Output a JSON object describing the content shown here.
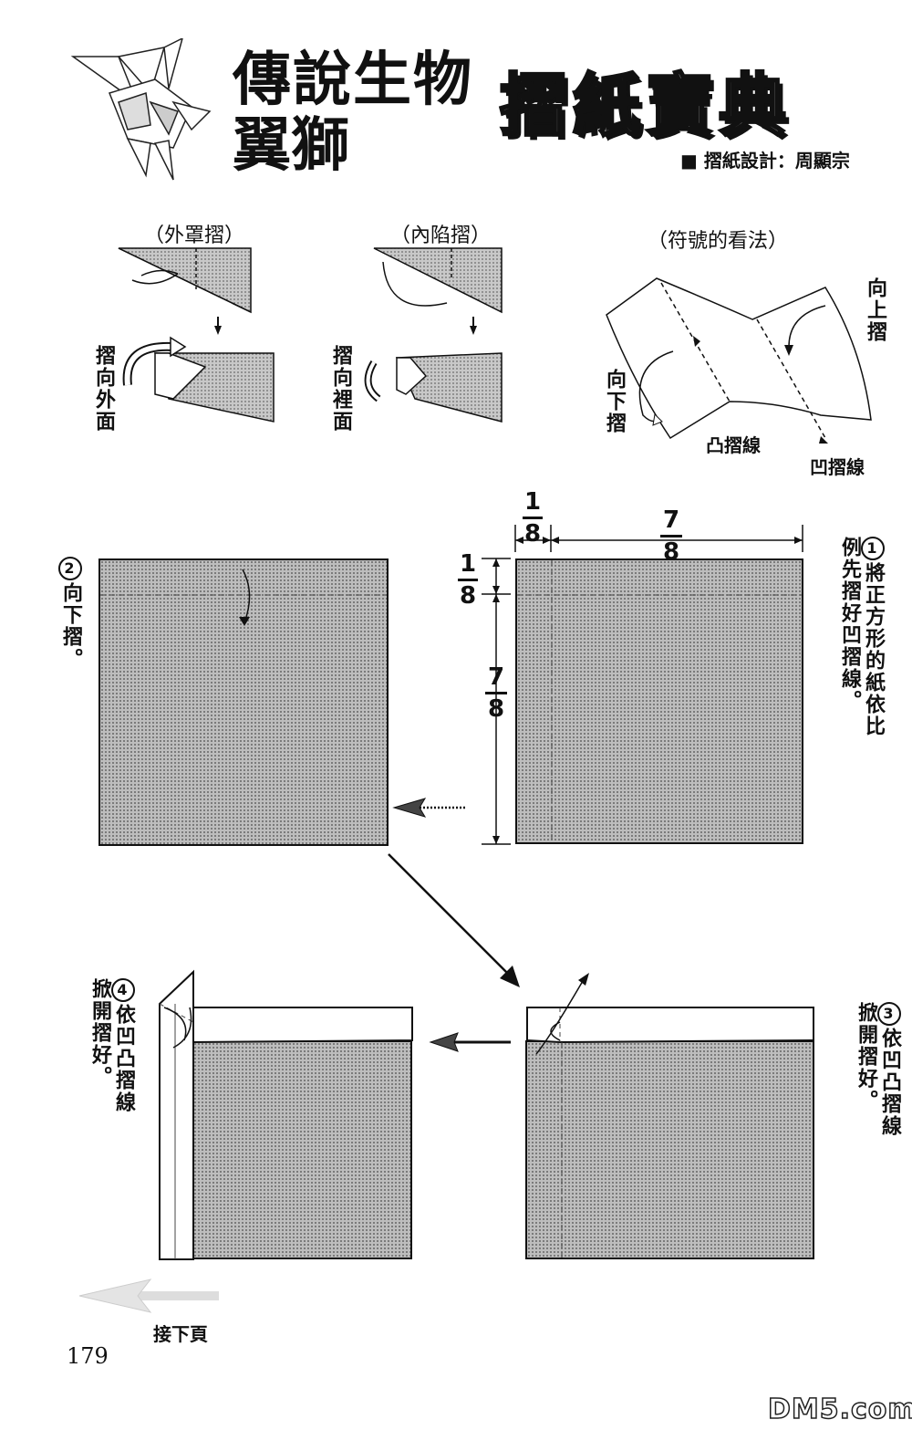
{
  "header": {
    "title_line1": "傳說生物",
    "title_line2": "翼獅",
    "book_title": "摺紙寶典",
    "credit": "■ 摺紙設計：周顯宗"
  },
  "legend": {
    "outside_reverse": {
      "caption": "（外罩摺）",
      "side_label": "摺向外面"
    },
    "inside_reverse": {
      "caption": "（內陷摺）",
      "side_label": "摺向裡面"
    },
    "symbols": {
      "caption": "（符號的看法）",
      "fold_up": "向上摺",
      "fold_down": "向下摺",
      "mountain": "凸摺線",
      "valley": "凹摺線"
    }
  },
  "dimensions": {
    "top_small": {
      "num": "1",
      "den": "8"
    },
    "top_large": {
      "num": "7",
      "den": "8"
    },
    "left_small": {
      "num": "1",
      "den": "8"
    },
    "left_large": {
      "num": "7",
      "den": "8"
    }
  },
  "steps": [
    {
      "number": "1",
      "text": "將正方形的紙依比例先摺好凹摺線。"
    },
    {
      "number": "2",
      "text": "向下摺。"
    },
    {
      "number": "3",
      "text": "依凹凸摺線掀開摺好。"
    },
    {
      "number": "4",
      "text": "依凹凸摺線掀開摺好。"
    }
  ],
  "footer": {
    "next_page": "接下頁",
    "page_number": "179",
    "watermark": "DM5.com"
  }
}
